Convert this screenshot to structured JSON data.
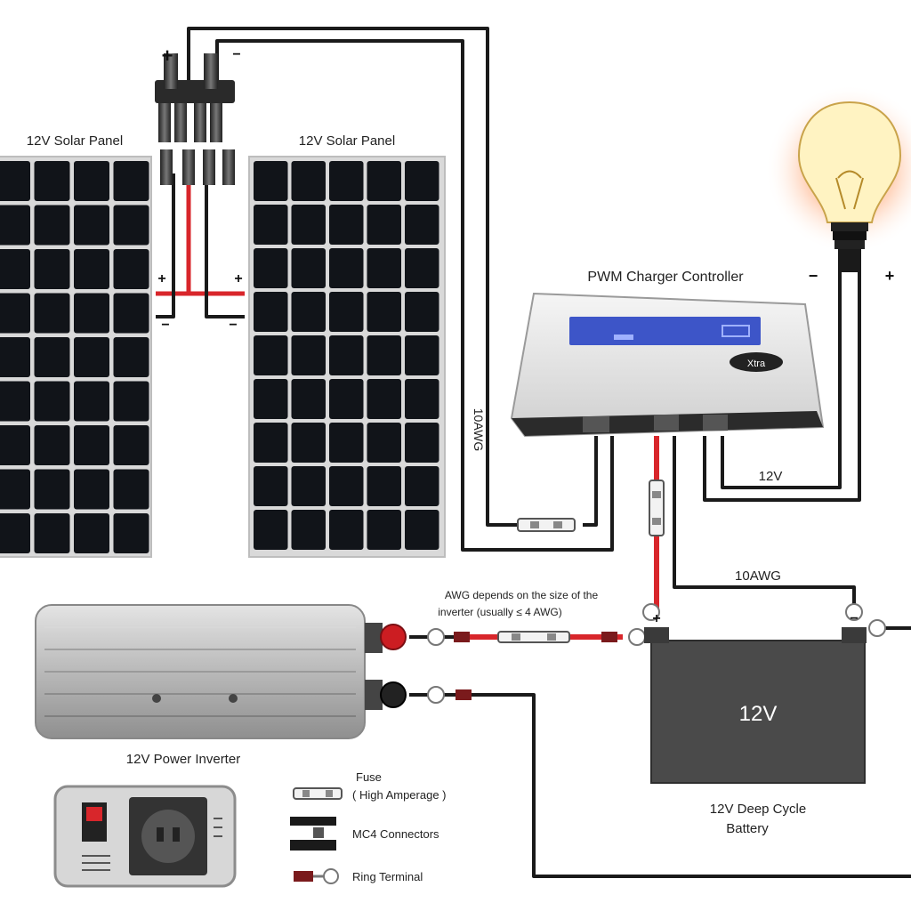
{
  "labels": {
    "solar_panel_left": "12V Solar Panel",
    "solar_panel_right": "12V Solar Panel",
    "controller": "PWM Charger Controller",
    "controller_brand": "Xtra",
    "wire_gauge_vertical": "10AWG",
    "wire_gauge_battery": "10AWG",
    "load_voltage": "12V",
    "inverter_note_line1": "AWG depends on the size of the",
    "inverter_note_line2": "inverter (usually ≤ 4 AWG)",
    "inverter": "12V Power Inverter",
    "battery_voltage": "12V",
    "battery_line1": "12V Deep Cycle",
    "battery_line2": "Battery",
    "plus": "+",
    "minus": "−"
  },
  "legend": [
    {
      "icon": "fuse-icon",
      "line1": "Fuse",
      "line2": "( High Amperage )"
    },
    {
      "icon": "mc4-connector-icon",
      "line1": "MC4 Connectors",
      "line2": ""
    },
    {
      "icon": "ring-terminal-icon",
      "line1": "Ring Terminal",
      "line2": ""
    }
  ],
  "colors": {
    "positive_wire": "#d8262b",
    "negative_wire": "#1a1a1a",
    "panel_cell": "#111419",
    "controller_display": "#3d55c8",
    "battery": "#4a4a4a"
  }
}
